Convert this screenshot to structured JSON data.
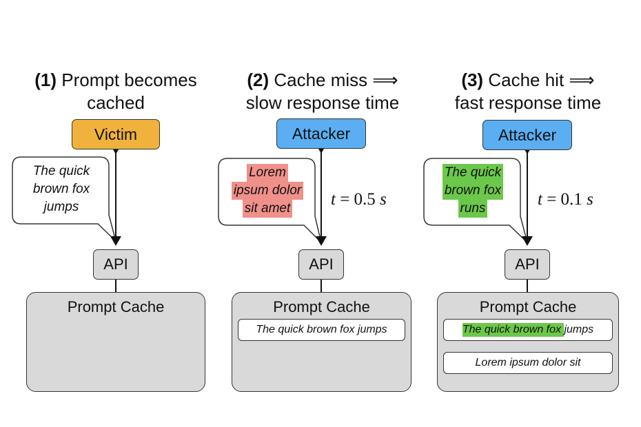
{
  "panels": [
    {
      "title_num": "(1)",
      "title_line1": "Prompt becomes",
      "title_line2": "cached",
      "actor": "Victim",
      "bubble": [
        "The quick",
        "brown fox",
        "jumps"
      ],
      "api": "API",
      "cache_title": "Prompt Cache"
    },
    {
      "title_num": "(2)",
      "title_line1": "Cache miss ⟹",
      "title_line2": "slow response time",
      "actor": "Attacker",
      "bubble": [
        "Lorem",
        "ipsum dolor",
        "sit amet"
      ],
      "time_var": "t",
      "time_val": " = 0.5 ",
      "time_unit": "s",
      "api": "API",
      "cache_title": "Prompt Cache",
      "entries": [
        "The quick brown fox jumps"
      ]
    },
    {
      "title_num": "(3)",
      "title_line1": "Cache hit ⟹",
      "title_line2": "fast response time",
      "actor": "Attacker",
      "bubble": [
        "The quick",
        "brown fox",
        "runs"
      ],
      "time_var": "t",
      "time_val": " = 0.1 ",
      "time_unit": "s",
      "api": "API",
      "cache_title": "Prompt Cache",
      "entry_hit_prefix": "The quick brown fox ",
      "entry_hit_suffix": "jumps",
      "entries": [
        "Lorem ipsum dolor sit"
      ]
    }
  ],
  "colors": {
    "victim": "#f0b23c",
    "attacker": "#5aaef1",
    "miss_highlight": "#f0908a",
    "hit_highlight": "#6cc84a",
    "box_gray": "#d9d9d9"
  }
}
